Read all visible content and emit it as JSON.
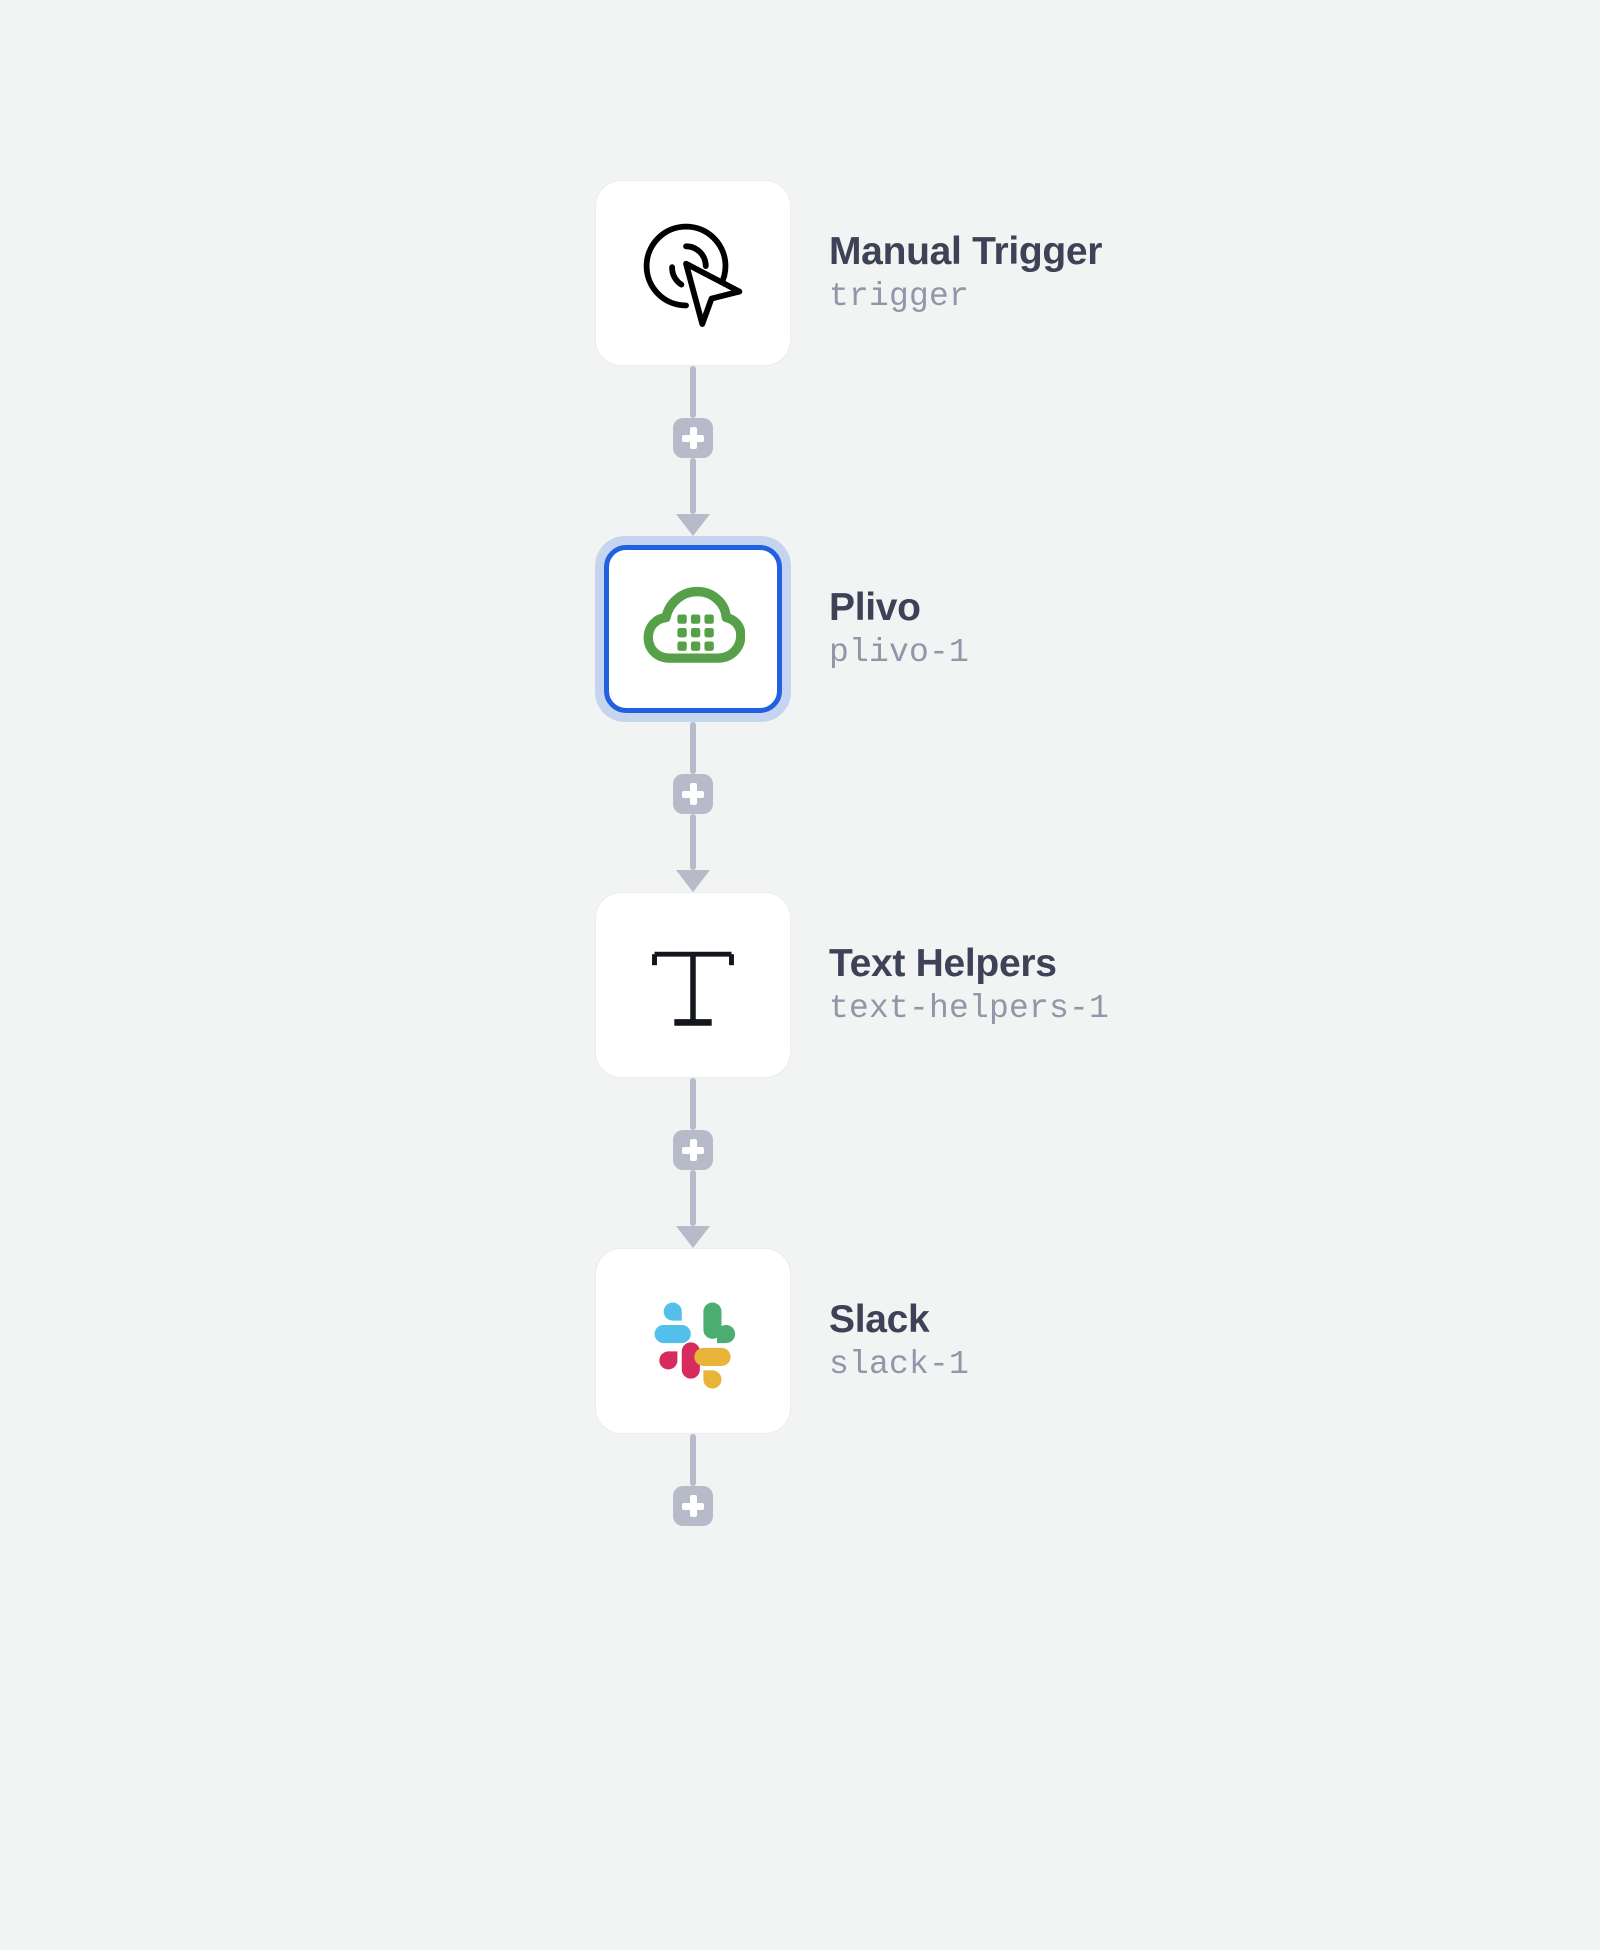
{
  "canvas": {
    "background_color": "#f2f3f3",
    "title_color": "#3d4257",
    "subtitle_color": "#9296a8",
    "connector_color": "#b7bac8",
    "selection_ring_color": "#c6d5ef",
    "selection_border_color": "#2160e0"
  },
  "workflow": {
    "nodes": [
      {
        "title": "Manual Trigger",
        "subtitle": "trigger",
        "icon": "cursor-click-icon",
        "selected": false
      },
      {
        "title": "Plivo",
        "subtitle": "plivo-1",
        "icon": "plivo-cloud-dialpad-icon",
        "selected": true,
        "brand_color": "#57a04a"
      },
      {
        "title": "Text Helpers",
        "subtitle": "text-helpers-1",
        "icon": "serif-t-icon",
        "selected": false
      },
      {
        "title": "Slack",
        "subtitle": "slack-1",
        "icon": "slack-logo-icon",
        "selected": false,
        "brand_colors": {
          "blue": "#54bfeb",
          "green": "#4cad70",
          "yellow": "#e8b43a",
          "red": "#d62b5c"
        }
      }
    ],
    "connectors": [
      {
        "add_label": "+",
        "has_arrow": true
      },
      {
        "add_label": "+",
        "has_arrow": true
      },
      {
        "add_label": "+",
        "has_arrow": true
      },
      {
        "add_label": "+",
        "has_arrow": false
      }
    ]
  }
}
